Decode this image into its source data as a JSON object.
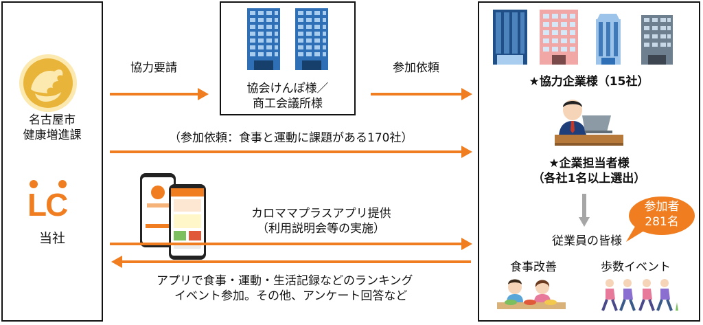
{
  "left_panel": {
    "city_name_line1": "名古屋市",
    "city_name_line2": "健康増進課",
    "company_logo_text": "LC",
    "company_label": "当社"
  },
  "center_box": {
    "line1": "協会けんぽ様／",
    "line2": "商工会議所様"
  },
  "arrows": {
    "request_cooperation": "協力要請",
    "request_participation": "参加依頼",
    "direct_request": "（参加依頼：食事と運動に課題がある170社）",
    "app_provision_line1": "カロママプラスアプリ提供",
    "app_provision_line2": "（利用説明会等の実施）",
    "feedback_line1": "アプリで食事・運動・生活記録などのランキング",
    "feedback_line2": "イベント参加。その他、アンケート回答など"
  },
  "right_panel": {
    "partner_companies": "★協力企業様（15社）",
    "contact_person_line1": "★企業担当者様",
    "contact_person_line2": "（各社1名以上選出）",
    "employees": "従業員の皆様",
    "participants_line1": "参加者",
    "participants_line2": "281名",
    "diet_improvement": "食事改善",
    "step_event": "歩数イベント"
  },
  "colors": {
    "arrow": "#f07d1f",
    "badge": "#f07d1f",
    "building_blue": "#2f6fb5",
    "gray_arrow": "#a6a6a6"
  }
}
